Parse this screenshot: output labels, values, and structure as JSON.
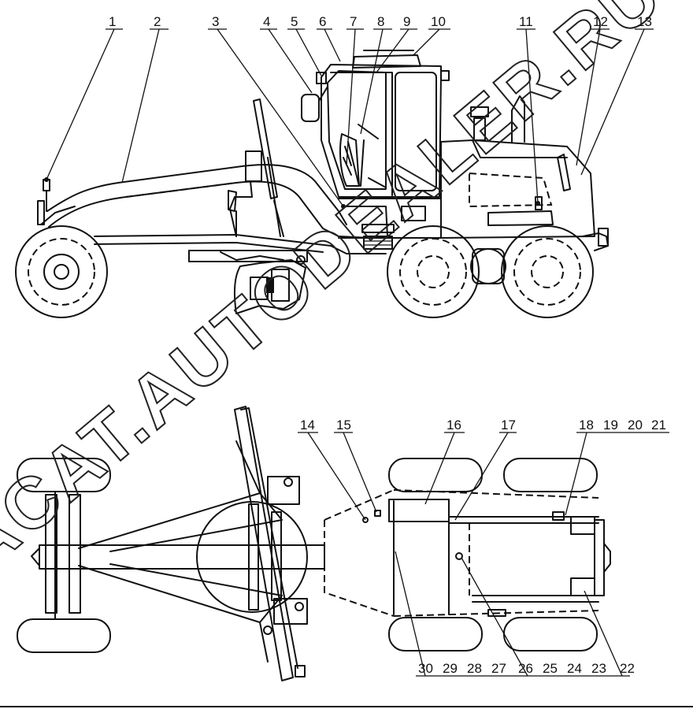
{
  "watermark": "ACAT.AUTODEALER.RU",
  "callouts": {
    "side_view": [
      "1",
      "2",
      "3",
      "4",
      "5",
      "6",
      "7",
      "8",
      "9",
      "10",
      "11",
      "12",
      "13"
    ],
    "top_view_upper": [
      "14",
      "15",
      "16",
      "17",
      "18",
      "19",
      "20",
      "21"
    ],
    "top_view_lower": [
      "30",
      "29",
      "28",
      "27",
      "26",
      "25",
      "24",
      "23",
      "22"
    ]
  }
}
